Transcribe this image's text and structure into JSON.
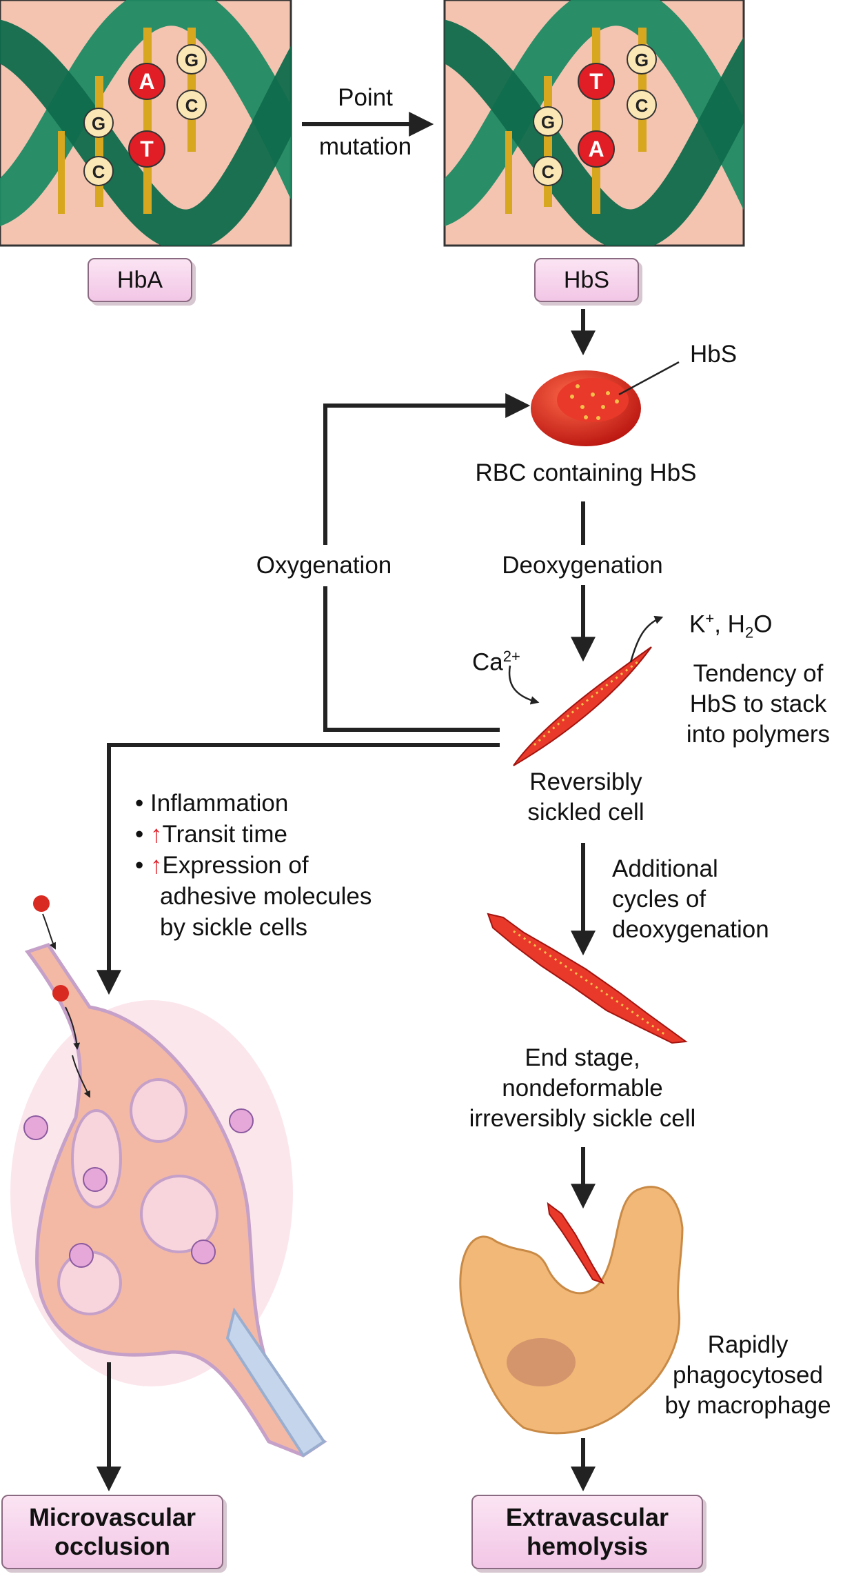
{
  "top": {
    "hba_label": "HbA",
    "hbs_label": "HbS",
    "mutation_line1": "Point",
    "mutation_line2": "mutation",
    "bases_left": [
      "G",
      "C",
      "A",
      "T",
      "G",
      "C"
    ],
    "bases_right": [
      "G",
      "C",
      "T",
      "A",
      "G",
      "C"
    ]
  },
  "flow": {
    "hbs_pointer": "HbS",
    "rbc_caption": "RBC containing HbS",
    "oxygenation": "Oxygenation",
    "deoxygenation": "Deoxygenation",
    "ca_label": "Ca",
    "ca_sup": "2+",
    "k_label": "K",
    "k_sup": "+",
    "h2o_label": ", H",
    "h2o_sub": "2",
    "h2o_end": "O",
    "tendency": [
      "Tendency of",
      "HbS to stack",
      "into polymers"
    ],
    "reversibly": [
      "Reversibly",
      "sickled cell"
    ],
    "additional": [
      "Additional",
      "cycles of",
      "deoxygenation"
    ],
    "end_stage": [
      "End stage,",
      "nondeformable",
      "irreversibly sickle cell"
    ],
    "phago": [
      "Rapidly",
      "phagocytosed",
      "by macrophage"
    ]
  },
  "bullets": {
    "b1": "Inflammation",
    "b2": "Transit time",
    "b3_line1": "Expression of",
    "b3_line2": "adhesive molecules",
    "b3_line3": "by sickle cells",
    "bullet_char": "•",
    "up_arrow": "↑"
  },
  "outcomes": {
    "micro_line1": "Microvascular",
    "micro_line2": "occlusion",
    "extra_line1": "Extravascular",
    "extra_line2": "hemolysis"
  },
  "colors": {
    "panel_bg": "#f4c4b1",
    "helix": "#1d8a63",
    "base_rod": "#d6a71f",
    "mutant_base": "#e11e25",
    "normal_base": "#fbe7b6",
    "rbc": "#d92a22",
    "macrophage": "#f2b877",
    "pill": "#f2c6e6"
  }
}
